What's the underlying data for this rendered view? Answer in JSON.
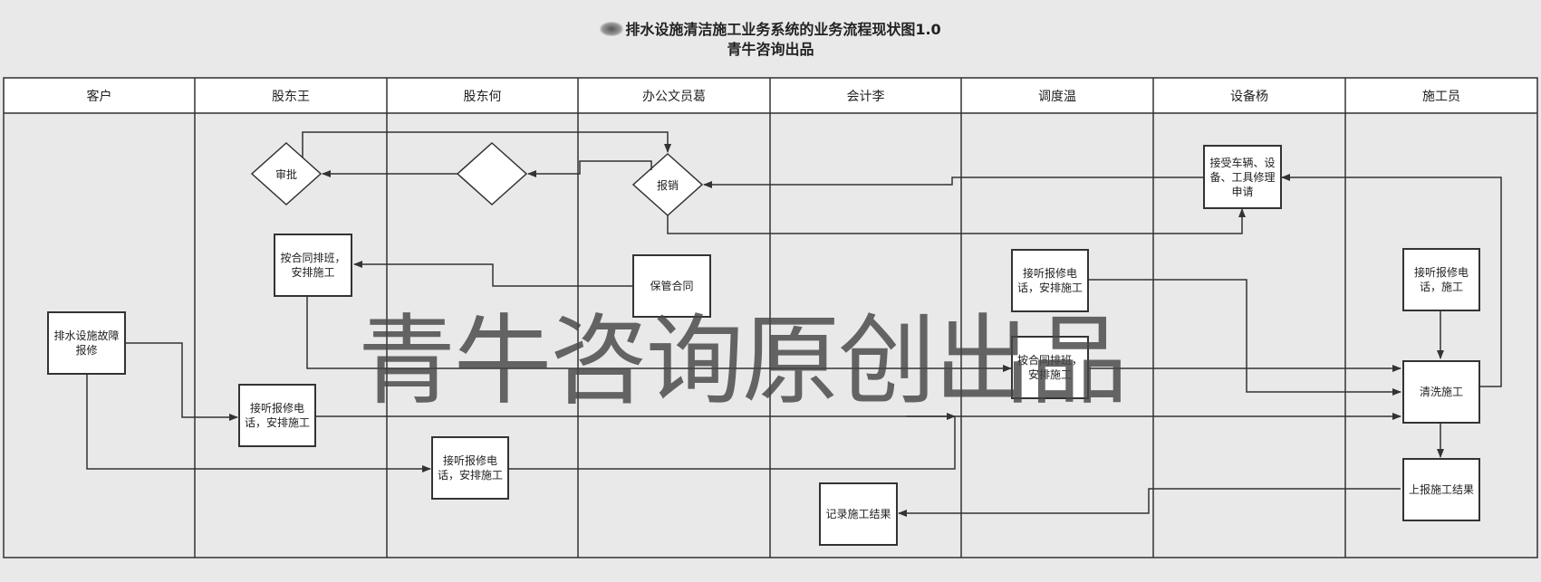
{
  "title": {
    "line1": "排水设施清洁施工业务系统的业务流程现状图1.0",
    "line1_visible": "酣排水设施清洁施工业务系统的业务流程现状图1.0",
    "line2": "青牛咨询出品"
  },
  "lanes": [
    "客户",
    "股东王",
    "股东何",
    "办公文员葛",
    "会计李",
    "调度温",
    "设备杨",
    "施工员"
  ],
  "nodes": {
    "approve_diamond": "审批",
    "blank_diamond": "",
    "reimburse_diamond": "报销",
    "receive_request": "接受车辆、设备、工具修理申请",
    "contract_schedule_wang": "按合同排班，安排施工",
    "keep_contract": "保管合同",
    "answer_call_wen": "接听报修电话，安排施工",
    "contract_schedule_wen": "按合同排班，安排施工",
    "answer_call_worker": "接听报修电话，施工",
    "report_fault": "排水设施故障报修",
    "answer_call_wang": "接听报修电话，安排施工",
    "clean_work": "清洗施工",
    "answer_call_he": "接听报修电话，安排施工",
    "report_result": "上报施工结果",
    "record_result": "记录施工结果"
  },
  "watermark": "青牛咨询原创出品",
  "colors": {
    "background": "#e9e9e9",
    "lines": "#333333",
    "box_fill": "#ffffff",
    "watermark": "#4a4a4a"
  }
}
